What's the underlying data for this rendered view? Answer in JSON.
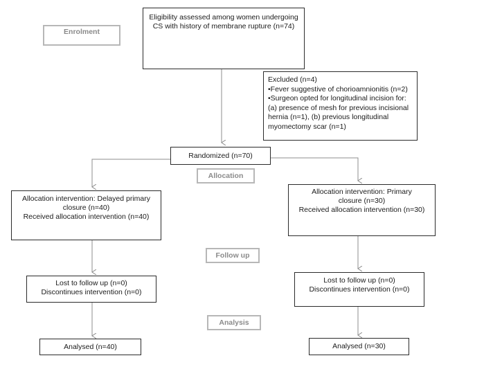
{
  "eligibility": {
    "lines": [
      "Eligibility assessed among women undergoing",
      "CS with history of membrane rupture (n=74)"
    ]
  },
  "excluded": {
    "title": "Excluded (n=4)",
    "items": [
      "•Fever suggestive of chorioamnionitis (n=2)",
      "•Surgeon opted for longitudinal incision for:",
      "(a) presence of mesh for previous  incisional",
      "hernia (n=1), (b) previous longitudinal",
      "myomectomy scar (n=1)"
    ]
  },
  "randomized": {
    "label": "Randomized (n=70)"
  },
  "stages": {
    "enrolment": "Enrolment",
    "allocation": "Allocation",
    "follow_up": "Follow up",
    "analysis": "Analysis"
  },
  "left_arm": {
    "allocation": [
      "Allocation intervention: Delayed primary",
      "closure (n=40)",
      "Received allocation intervention (n=40)"
    ],
    "followup": [
      "Lost to follow up (n=0)",
      "Discontinues intervention (n=0)"
    ],
    "analysed": "Analysed (n=40)"
  },
  "right_arm": {
    "allocation": [
      "Allocation intervention: Primary",
      "closure (n=30)",
      "Received allocation intervention (n=30)"
    ],
    "followup": [
      "Lost to follow up (n=0)",
      "Discontinues intervention (n=0)"
    ],
    "analysed": "Analysed (n=30)"
  },
  "colors": {
    "box_border": "#2a2a2a",
    "stage_border": "#b7b7b7",
    "stage_text": "#8a8a8a",
    "arrow": "#8c8c8c"
  }
}
